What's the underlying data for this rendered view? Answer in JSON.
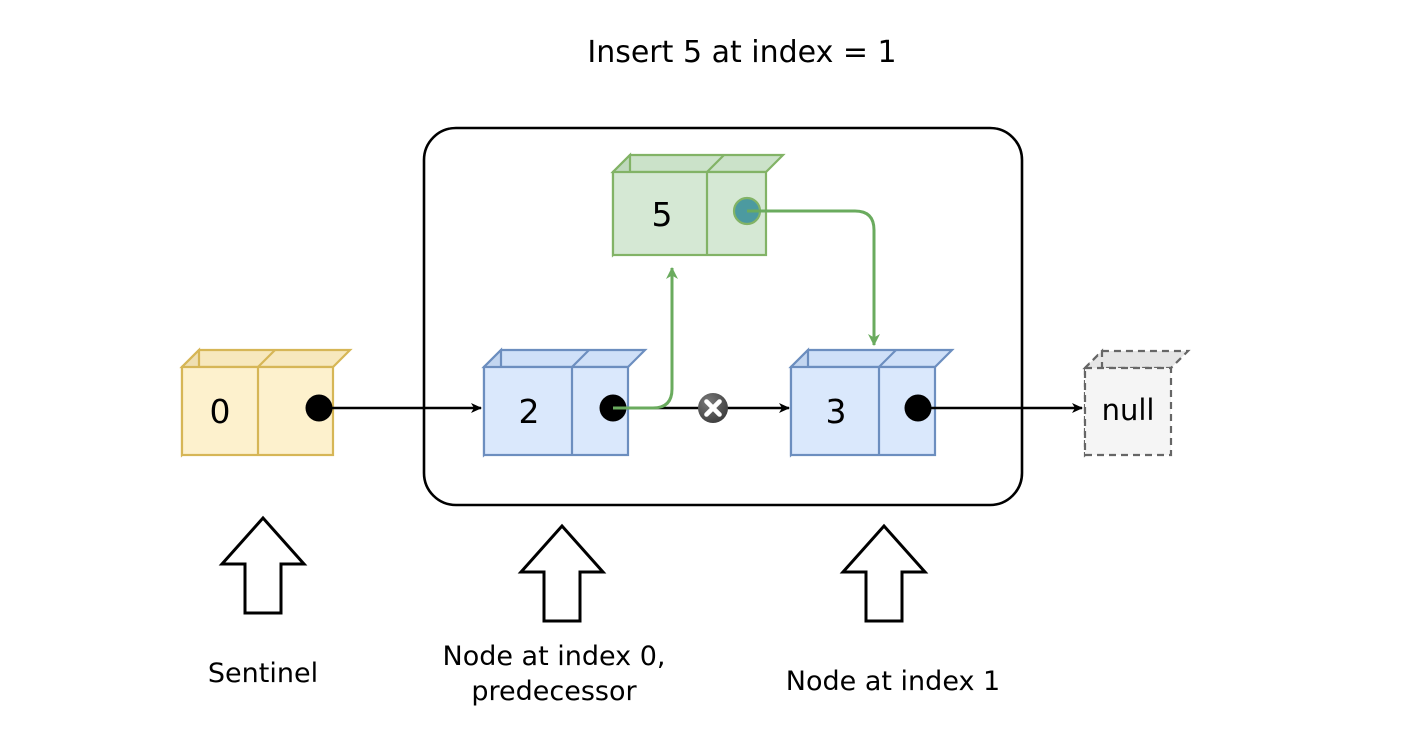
{
  "title": "Insert 5 at index = 1",
  "colors": {
    "sentinel_fill": "#fdf1cd",
    "sentinel_fill_top": "#f7e8bd",
    "sentinel_fill_side": "#efdfb2",
    "sentinel_stroke": "#d6b656",
    "node_fill": "#dae8fc",
    "node_fill_top": "#cfe0f8",
    "node_fill_side": "#c3d6f0",
    "node_stroke": "#6c8ebf",
    "new_node_fill": "#d5e8d4",
    "new_node_fill_top": "#cbe2c9",
    "new_node_fill_side": "#bfd9bd",
    "new_node_stroke": "#82b366",
    "new_pointer_dot": "#4c9aa0",
    "null_fill": "#f5f5f5",
    "null_fill_side": "#e6e6e6",
    "null_stroke": "#666666",
    "link_black": "#000000",
    "link_green": "#6aab5e",
    "break_marker": "#4d4d4d",
    "container_stroke": "#000000"
  },
  "nodes": {
    "sentinel": {
      "value": "0",
      "label": "Sentinel"
    },
    "pred": {
      "value": "2",
      "label": "Node at index 0,",
      "label_line2": "predecessor"
    },
    "index1": {
      "value": "3",
      "label": "Node at index 1"
    },
    "new_node": {
      "value": "5"
    },
    "terminator": {
      "value": "null"
    }
  },
  "markers": {
    "broken_link": "x-circle-icon"
  },
  "captions": [
    {
      "name": "sentinel-caption",
      "lines": [
        "Sentinel"
      ]
    },
    {
      "name": "predecessor-caption",
      "lines": [
        "Node at index 0,",
        "predecessor"
      ]
    },
    {
      "name": "index1-caption",
      "lines": [
        "Node at index 1"
      ]
    }
  ]
}
